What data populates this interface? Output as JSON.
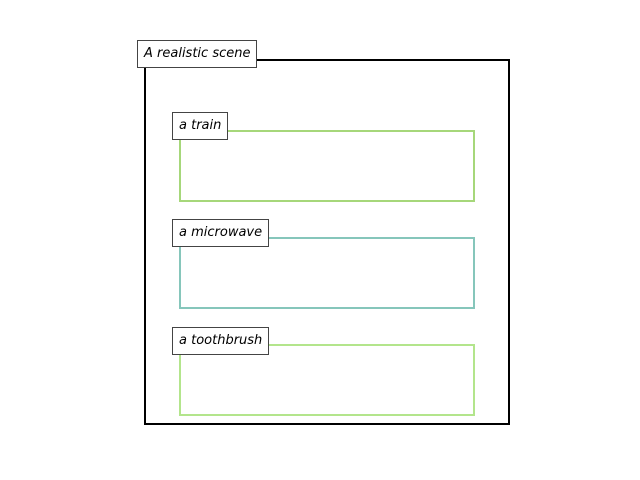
{
  "scene": {
    "label": "A realistic scene",
    "border_color": "#000000"
  },
  "objects": [
    {
      "label": "a train",
      "color": "#a6d77a"
    },
    {
      "label": "a microwave",
      "color": "#86c6bb"
    },
    {
      "label": "a toothbrush",
      "color": "#b3e58c"
    }
  ]
}
